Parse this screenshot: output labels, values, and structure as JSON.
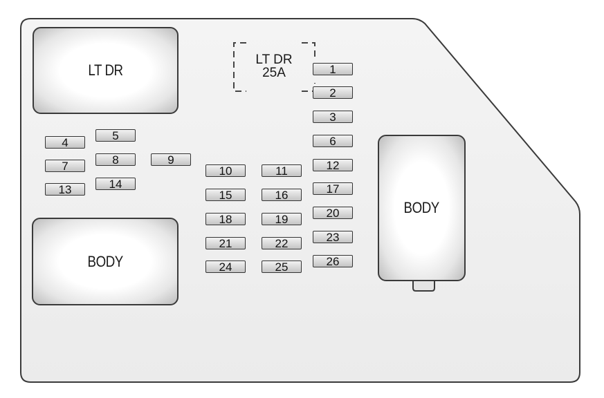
{
  "relays": {
    "lt_dr_relay": "LT DR",
    "body_relay_left": "BODY",
    "body_relay_right": "BODY"
  },
  "spare_slot": {
    "line1": "LT DR",
    "line2": "25A"
  },
  "fuses": [
    "1",
    "2",
    "3",
    "4",
    "5",
    "6",
    "7",
    "8",
    "9",
    "10",
    "11",
    "12",
    "13",
    "14",
    "15",
    "16",
    "17",
    "18",
    "19",
    "20",
    "21",
    "22",
    "23",
    "24",
    "25",
    "26"
  ]
}
